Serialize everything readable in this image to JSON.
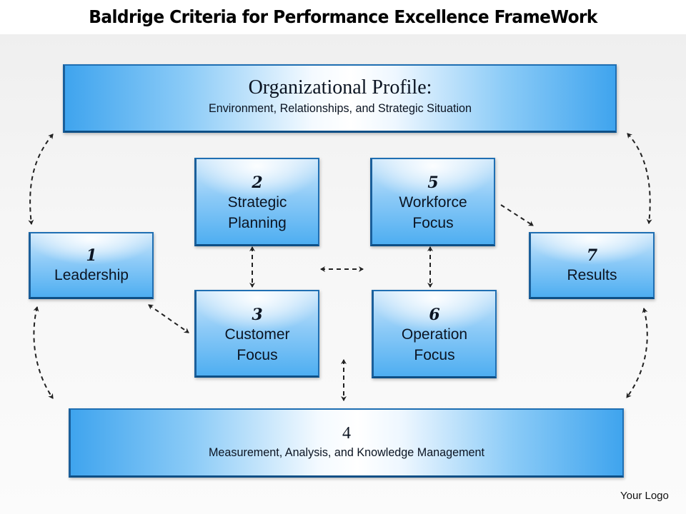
{
  "title": "Baldrige Criteria for Performance Excellence FrameWork",
  "profile_box": {
    "heading": "Organizational Profile:",
    "subtitle": "Environment,  Relationships,  and  Strategic  Situation"
  },
  "boxes": [
    {
      "number": "1",
      "label_lines": [
        "Leadership"
      ]
    },
    {
      "number": "2",
      "label_lines": [
        "Strategic",
        "Planning"
      ]
    },
    {
      "number": "3",
      "label_lines": [
        "Customer",
        "Focus"
      ]
    },
    {
      "number": "5",
      "label_lines": [
        "Workforce",
        "Focus"
      ]
    },
    {
      "number": "6",
      "label_lines": [
        "Operation",
        "Focus"
      ]
    },
    {
      "number": "7",
      "label_lines": [
        "Results"
      ]
    }
  ],
  "measurement_box": {
    "number": "4",
    "label": "Measurement,  Analysis,  and  Knowledge  Management"
  },
  "connectors": [
    {
      "from": "Organizational Profile",
      "to": "1 Leadership",
      "style": "dashed-curved-bidirectional"
    },
    {
      "from": "Organizational Profile",
      "to": "7 Results",
      "style": "dashed-curved-bidirectional"
    },
    {
      "from": "1 Leadership",
      "to": "4 Measurement",
      "style": "dashed-curved-bidirectional"
    },
    {
      "from": "7 Results",
      "to": "4 Measurement",
      "style": "dashed-curved-bidirectional"
    },
    {
      "from": "2 Strategic Planning",
      "to": "3 Customer Focus",
      "style": "dashed-bidirectional"
    },
    {
      "from": "5 Workforce Focus",
      "to": "6 Operation Focus",
      "style": "dashed-bidirectional"
    },
    {
      "from": "1 Leadership",
      "to": "3 Customer Focus",
      "style": "dashed-bidirectional"
    },
    {
      "from": "5 Workforce Focus",
      "to": "7 Results",
      "style": "dashed-directional"
    },
    {
      "from": "left column",
      "to": "right column",
      "style": "dashed-bidirectional"
    },
    {
      "from": "center",
      "to": "4 Measurement",
      "style": "dashed-bidirectional"
    }
  ],
  "colors": {
    "box_fill_light": "#cfe8fb",
    "box_fill_dark": "#4eaef1",
    "box_border": "#1f6fb3",
    "box_border_dark": "#0d4f86",
    "arrow": "#222222",
    "text": "#0b1422"
  },
  "logo": "Your Logo"
}
